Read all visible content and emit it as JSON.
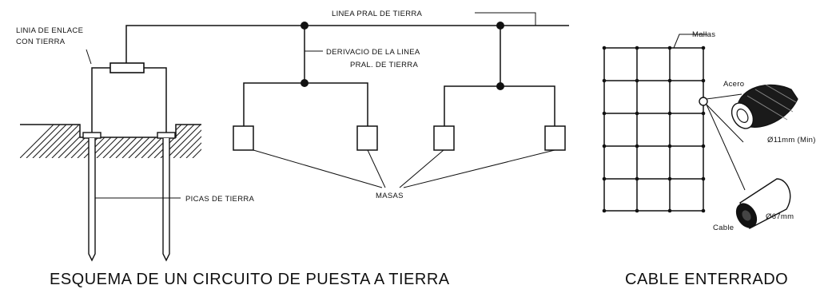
{
  "labels": {
    "linea_enlace_1": "LINIA DE ENLACE",
    "linea_enlace_2": "CON TIERRA",
    "linea_pral": "LINEA PRAL DE TIERRA",
    "derivacion_1": "DERIVACIO DE LA LINEA",
    "derivacion_2": "PRAL. DE TIERRA",
    "picas": "PICAS DE TIERRA",
    "masas": "MASAS",
    "malla": "Mallas",
    "acero": "Acero",
    "diam_acero": "Ø11mm (Min)",
    "cable": "Cable",
    "diam_cable": "Ø67mm"
  },
  "captions": {
    "left": "ESQUEMA DE UN CIRCUITO DE PUESTA A TIERRA",
    "right": "CABLE ENTERRADO"
  }
}
